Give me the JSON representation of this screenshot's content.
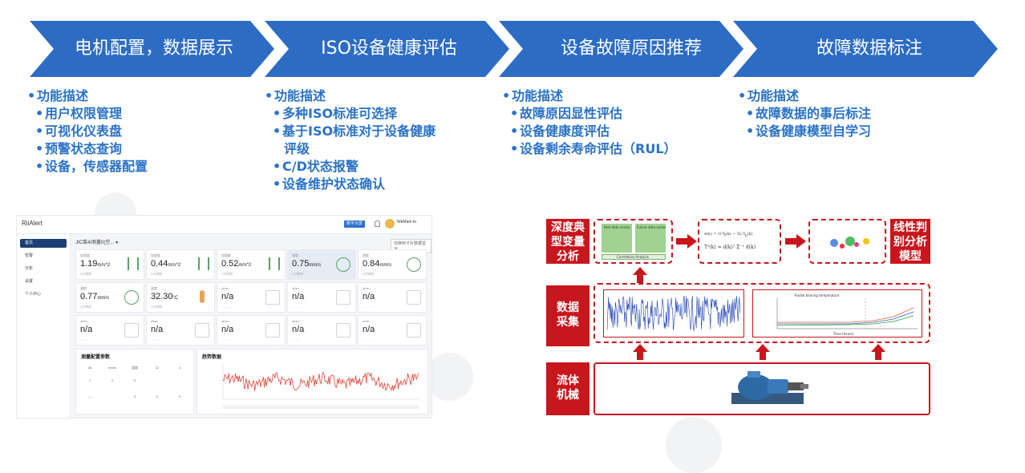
{
  "steps": [
    {
      "label": "电机配置，数据展示",
      "color": "#2c6cc4"
    },
    {
      "label": "ISO设备健康评估",
      "color": "#2c6cc4"
    },
    {
      "label": "设备故障原因推荐",
      "color": "#2c6cc4"
    },
    {
      "label": "故障数据标注",
      "color": "#2c6cc4"
    }
  ],
  "features": [
    {
      "head": "功能描述",
      "items": [
        "用户权限管理",
        "可视化仪表盘",
        "预警状态查询",
        "设备，传感器配置"
      ]
    },
    {
      "head": "功能描述",
      "items": [
        "多种ISO标准可选择",
        "基于ISO标准对于设备健康",
        "评级",
        "C/D状态报警",
        "设备维护状态确认"
      ]
    },
    {
      "head": "功能描述",
      "items": [
        "故障原因显性评估",
        "设备健康度评估",
        "设备剩余寿命评估（RUL）"
      ]
    },
    {
      "head": "功能描述",
      "items": [
        "故障数据的事后标注",
        "设备健康模型自学习"
      ]
    }
  ],
  "dashboard": {
    "app_name": "RiiAlert",
    "top_button": "数字大屏",
    "user": "WeMam to",
    "sidebar": [
      "首页",
      "告警",
      "分析",
      "设置",
      "个人中心"
    ],
    "select": "JIC泵4/测量0(空...",
    "right_button": "切换到卡片数据显示",
    "cards": [
      {
        "label": "加速度",
        "value": "1.19",
        "unit": "m/s^2",
        "sub": "2分钟前"
      },
      {
        "label": "加速度",
        "value": "0.44",
        "unit": "m/s^2",
        "sub": "2分钟前"
      },
      {
        "label": "加速度",
        "value": "0.52",
        "unit": "m/s^2",
        "sub": "2分钟前"
      },
      {
        "label": "速度",
        "value": "0.75",
        "unit": "mm/s",
        "sub": "2分钟前"
      },
      {
        "label": "速度",
        "value": "0.84",
        "unit": "mm/s",
        "sub": "2分钟前"
      },
      {
        "label": "速度",
        "value": "0.77",
        "unit": "mm/s",
        "sub": "2分钟前"
      },
      {
        "label": "温度",
        "value": "32.30",
        "unit": "°C",
        "sub": "2分钟前"
      },
      {
        "label": "other",
        "value": "n/a",
        "unit": "",
        "sub": "- - - - -"
      },
      {
        "label": "other",
        "value": "n/a",
        "unit": "",
        "sub": "- - - - -"
      },
      {
        "label": "other",
        "value": "n/a",
        "unit": "",
        "sub": "- - - - -"
      },
      {
        "label": "other",
        "value": "n/a",
        "unit": "",
        "sub": "- - - - -"
      },
      {
        "label": "other",
        "value": "n/a",
        "unit": "",
        "sub": "- - - - -"
      },
      {
        "label": "other",
        "value": "n/a",
        "unit": "",
        "sub": "- - - - -"
      },
      {
        "label": "other",
        "value": "n/a",
        "unit": "",
        "sub": "- - - - -"
      },
      {
        "label": "other",
        "value": "n/a",
        "unit": "",
        "sub": "- - - - -"
      }
    ],
    "config_panel_title": "测量配置参数",
    "trend_panel_title": "趋势数据"
  },
  "diagram": {
    "row_labels": [
      {
        "label": "深度典型变量分析"
      },
      {
        "label": "数据采集"
      },
      {
        "label": "流体机械"
      }
    ],
    "right_label": "线性判别分析模型",
    "tiles": {
      "past": "Past data vector",
      "future": "Future data vector",
      "correlation": "Correlation Analysis",
      "bearing_title": "Radial bearing temperature",
      "time_axis": "Time (hours)"
    },
    "colors": {
      "accent": "#c8161d"
    }
  }
}
